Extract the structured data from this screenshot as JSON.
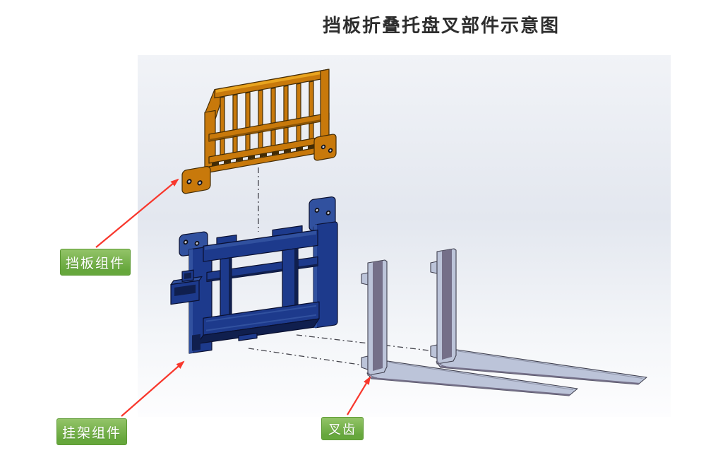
{
  "title": "挡板折叠托盘叉部件示意图",
  "callouts": [
    {
      "id": "baffle",
      "text": "挡板组件"
    },
    {
      "id": "bracket",
      "text": "挂架组件"
    },
    {
      "id": "fork",
      "text": "叉齿"
    }
  ],
  "colors": {
    "page_bg": "#ffffff",
    "canvas_top": "#f1f3f7",
    "canvas_mid": "#e3e7ef",
    "canvas_bottom": "#fdfdfe",
    "title_text": "#2e2e2e",
    "label_green": "#66a73c",
    "label_green_light": "#93c468",
    "label_border": "#5d9a34",
    "label_text": "#ffffff",
    "arrow_red": "#f8372c",
    "axis_line": "#45454d",
    "guard_orange": "#c8790b",
    "guard_orange_light": "#e8a41f",
    "guard_orange_dark": "#8a5406",
    "guard_outline": "#432c05",
    "carriage_blue": "#1d3a8c",
    "carriage_blue_mid": "#31519f",
    "carriage_blue_dark": "#101f4e",
    "carriage_outline": "#0a1030",
    "fork_gray": "#bcc4d9",
    "fork_gray_light": "#d0d6e6",
    "fork_gray_dark": "#746f88",
    "fork_outline": "#40404f"
  }
}
